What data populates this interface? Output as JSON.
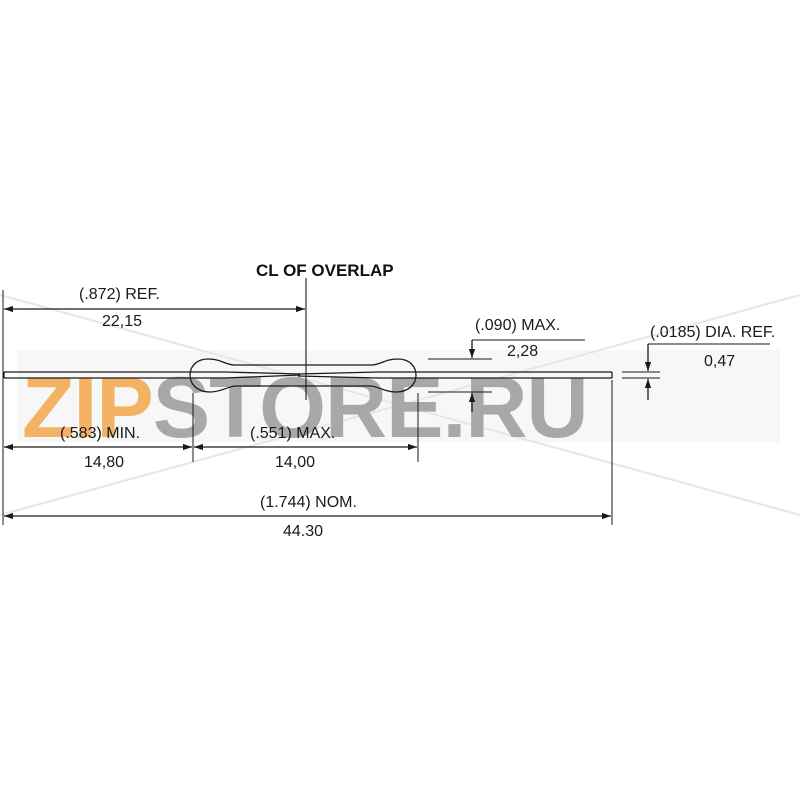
{
  "title": "CL OF OVERLAP",
  "dimensions": {
    "overlap_ref": {
      "inch": "(.872) REF.",
      "mm": "22,15"
    },
    "glass_dia_max": {
      "inch": "(.090) MAX.",
      "mm": "2,28"
    },
    "lead_dia_ref": {
      "inch": "(.0185) DIA. REF.",
      "mm": "0,47"
    },
    "lead_min": {
      "inch": "(.583) MIN.",
      "mm": "14,80"
    },
    "glass_len_max": {
      "inch": "(.551) MAX.",
      "mm": "14,00"
    },
    "overall_nom": {
      "inch": "(1.744) NOM.",
      "mm": "44.30"
    }
  },
  "watermark": {
    "prefix": "ZIP",
    "suffix": "STORE.RU"
  },
  "colors": {
    "line": "#1a1a1a",
    "watermark_orange": "#f2a54a",
    "watermark_grey": "#9a9a9a"
  }
}
